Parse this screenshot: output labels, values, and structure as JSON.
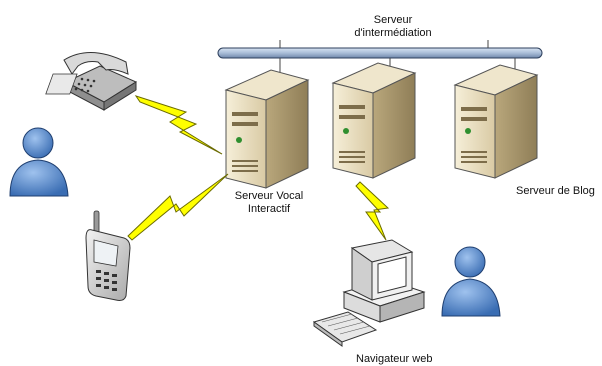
{
  "labels": {
    "bus_line1": "Serveur",
    "bus_line2": "d'intermédiation",
    "ivr_line1": "Serveur Vocal",
    "ivr_line2": "Interactif",
    "blog": "Serveur de Blog",
    "web": "Navigateur web"
  },
  "colors": {
    "bus": "#a9bdd8",
    "server_body": "#e8dcc0",
    "lightning": "#ffff00",
    "person": "#4a7fc4"
  }
}
